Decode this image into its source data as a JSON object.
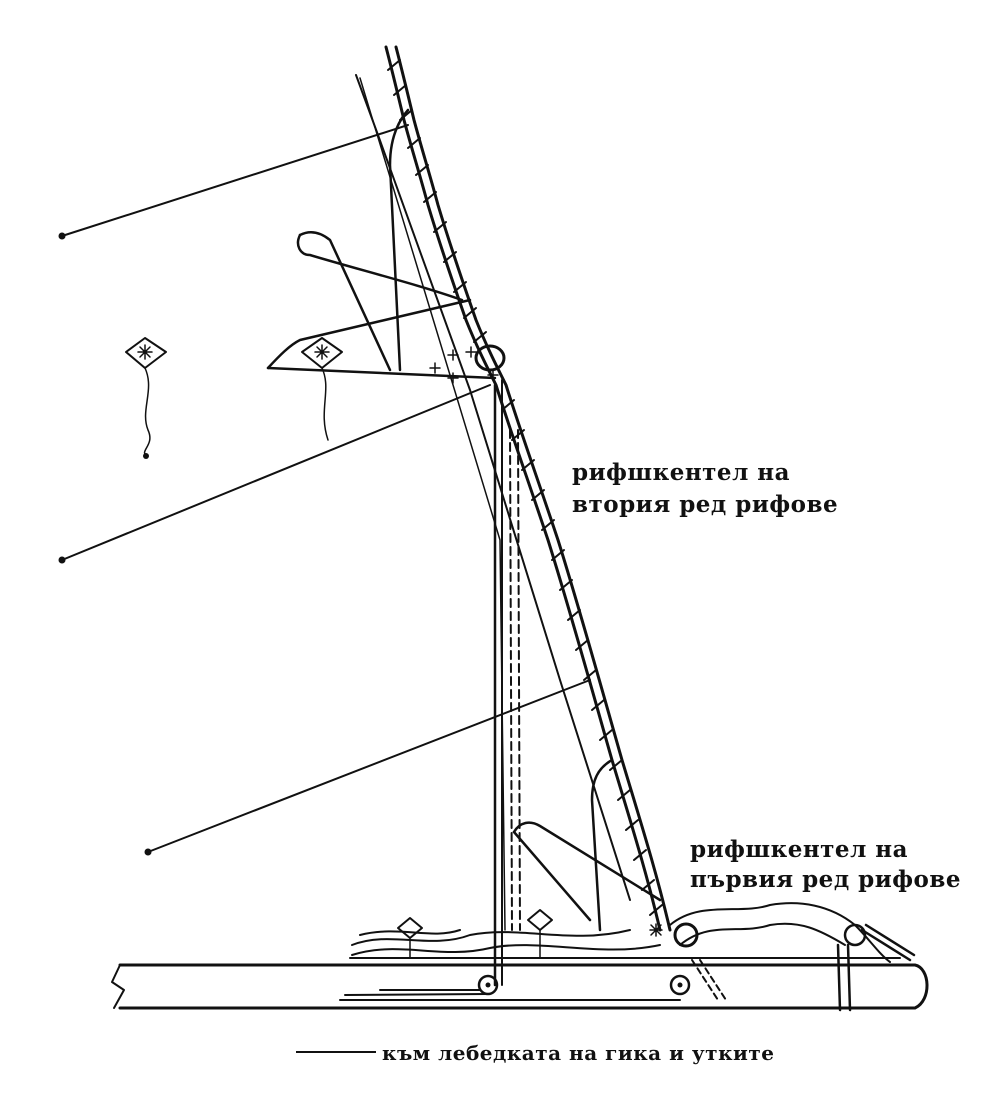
{
  "labels": {
    "reef_second": [
      "рифшкентел на",
      "втория ред рифове"
    ],
    "reef_first": [
      "рифшкентел на",
      "първия ред рифове"
    ],
    "winch_legend": "към лебедката на гика и утките"
  },
  "colors": {
    "ink": "#111111",
    "paper": "#ffffff"
  }
}
